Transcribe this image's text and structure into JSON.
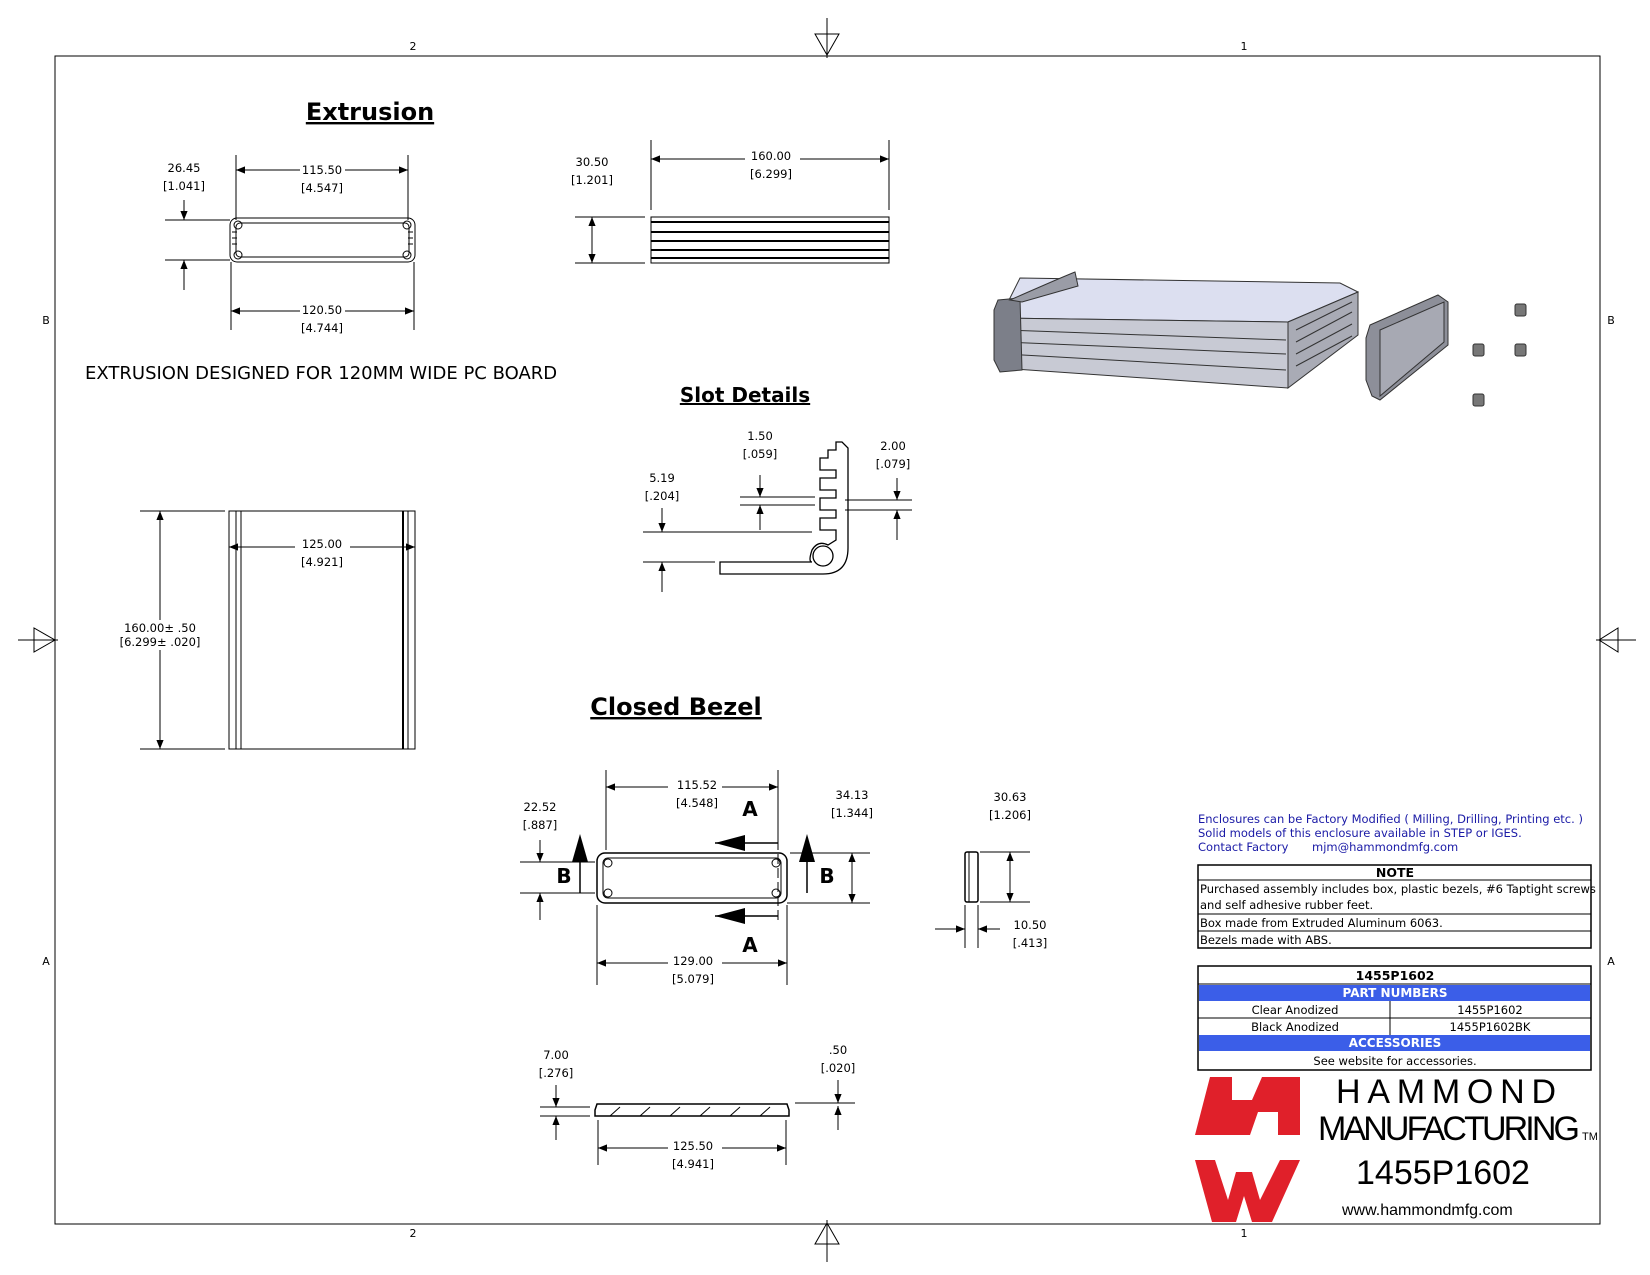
{
  "border_labels": {
    "col_left": "2",
    "col_right": "1",
    "row_top": "B",
    "row_bottom": "A"
  },
  "headings": {
    "extrusion": "Extrusion",
    "slot_details": "Slot Details",
    "closed_bezel": "Closed Bezel"
  },
  "extrusion_note": "EXTRUSION DESIGNED FOR 120MM WIDE PC BOARD",
  "dims": {
    "ext_h_mm": "26.45",
    "ext_h_in": "[1.041]",
    "ext_w1_mm": "115.50",
    "ext_w1_in": "[4.547]",
    "ext_w2_mm": "120.50",
    "ext_w2_in": "[4.744]",
    "side_h_mm": "30.50",
    "side_h_in": "[1.201]",
    "side_l_mm": "160.00",
    "side_l_in": "[6.299]",
    "top_l_mm": "160.00± .50",
    "top_l_in": "[6.299± .020]",
    "top_w_mm": "125.00",
    "top_w_in": "[4.921]",
    "slot_a_mm": "1.50",
    "slot_a_in": "[.059]",
    "slot_b_mm": "2.00",
    "slot_b_in": "[.079]",
    "slot_c_mm": "5.19",
    "slot_c_in": "[.204]",
    "bz_w1_mm": "115.52",
    "bz_w1_in": "[4.548]",
    "bz_h1_mm": "22.52",
    "bz_h1_in": "[.887]",
    "bz_h2_mm": "34.13",
    "bz_h2_in": "[1.344]",
    "bz_w2_mm": "129.00",
    "bz_w2_in": "[5.079]",
    "bz_d1_mm": "30.63",
    "bz_d1_in": "[1.206]",
    "bz_d2_mm": "10.50",
    "bz_d2_in": "[.413]",
    "bzb_h_mm": "7.00",
    "bzb_h_in": "[.276]",
    "bzb_t_mm": ".50",
    "bzb_t_in": "[.020]",
    "bzb_w_mm": "125.50",
    "bzb_w_in": "[4.941]"
  },
  "section_labels": {
    "a": "A",
    "b": "B"
  },
  "factory_note": {
    "line1": "Enclosures can be Factory Modified ( Milling, Drilling, Printing etc. )",
    "line2": "Solid models of this enclosure available in STEP or IGES.",
    "line3_label": "Contact Factory",
    "line3_email": "mjm@hammondmfg.com"
  },
  "note_table": {
    "title": "NOTE",
    "line1a": "Purchased assembly includes box, plastic bezels, #6 Taptight screws",
    "line1b": "and self adhesive rubber feet.",
    "line2": "Box made from Extruded Aluminum 6063.",
    "line3": "Bezels made with ABS."
  },
  "parts_table": {
    "title": "1455P1602",
    "part_numbers_header": "PART NUMBERS",
    "rows": [
      {
        "finish": "Clear Anodized",
        "part": "1455P1602"
      },
      {
        "finish": "Black Anodized",
        "part": "1455P1602BK"
      }
    ],
    "accessories_header": "ACCESSORIES",
    "accessories_text": "See website for accessories."
  },
  "branding": {
    "line1": "HAMMOND",
    "line2": "MANUFACTURING",
    "tm": "TM",
    "model": "1455P1602",
    "website": "www.hammondmfg.com"
  },
  "colors": {
    "accent_blue": "#3b5ee8",
    "logo_red": "#e0202a",
    "note_blue": "#1a1aa6"
  }
}
